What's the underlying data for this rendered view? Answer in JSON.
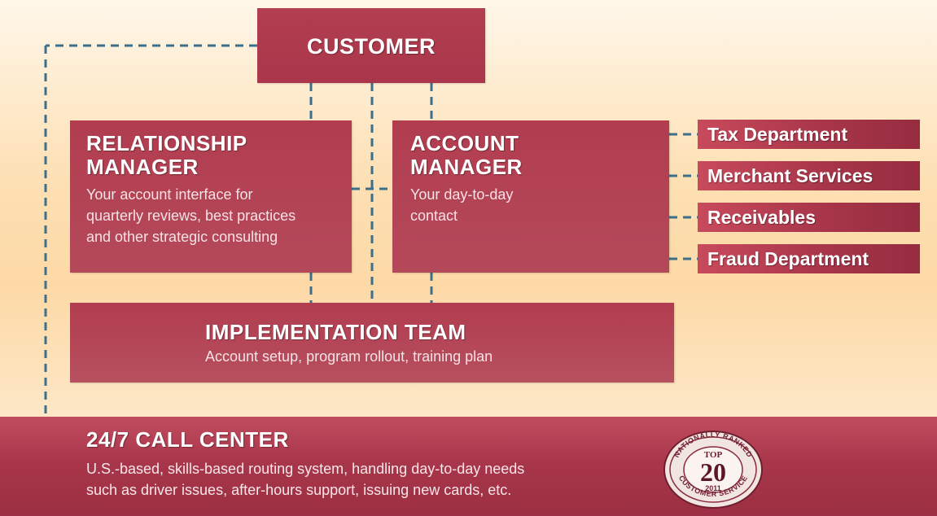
{
  "customer": {
    "title": "CUSTOMER"
  },
  "relationship_manager": {
    "title_line1": "RELATIONSHIP",
    "title_line2": "MANAGER",
    "desc_line1": "Your account interface for",
    "desc_line2": "quarterly reviews, best practices",
    "desc_line3": "and other strategic consulting"
  },
  "account_manager": {
    "title_line1": "ACCOUNT",
    "title_line2": "MANAGER",
    "desc_line1": "Your day-to-day",
    "desc_line2": "contact"
  },
  "departments": [
    "Tax Department",
    "Merchant Services",
    "Receivables",
    "Fraud Department"
  ],
  "implementation_team": {
    "title": "IMPLEMENTATION TEAM",
    "desc": "Account setup, program rollout, training plan"
  },
  "call_center": {
    "title": "24/7 CALL CENTER",
    "desc_line1": "U.S.-based, skills-based routing system, handling day-to-day needs",
    "desc_line2": "such as driver issues, after-hours support, issuing new cards, etc."
  },
  "seal": {
    "top_text": "NATIONALLY RANKED",
    "label_top": "TOP",
    "number": "20",
    "year": "2011",
    "bottom_text": "CUSTOMER SERVICE"
  },
  "colors": {
    "box": "#a9364a",
    "connector": "#3d6f8a",
    "background": "#fdd9a6"
  }
}
